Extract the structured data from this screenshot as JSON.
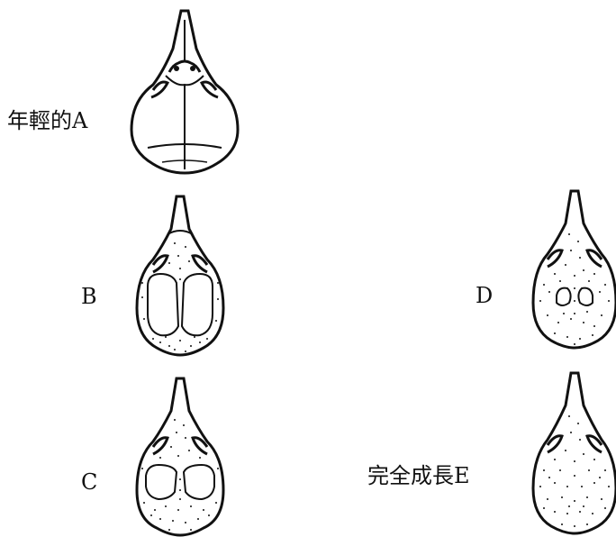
{
  "skulls": [
    {
      "id": "A",
      "label": "年輕的A",
      "ossification": 0.0
    },
    {
      "id": "B",
      "label": "B",
      "ossification": 0.35
    },
    {
      "id": "C",
      "label": "C",
      "ossification": 0.55
    },
    {
      "id": "D",
      "label": "D",
      "ossification": 0.85
    },
    {
      "id": "E",
      "label": "完全成長E",
      "ossification": 1.0
    }
  ],
  "colors": {
    "ink": "#111111",
    "paper": "#ffffff"
  }
}
